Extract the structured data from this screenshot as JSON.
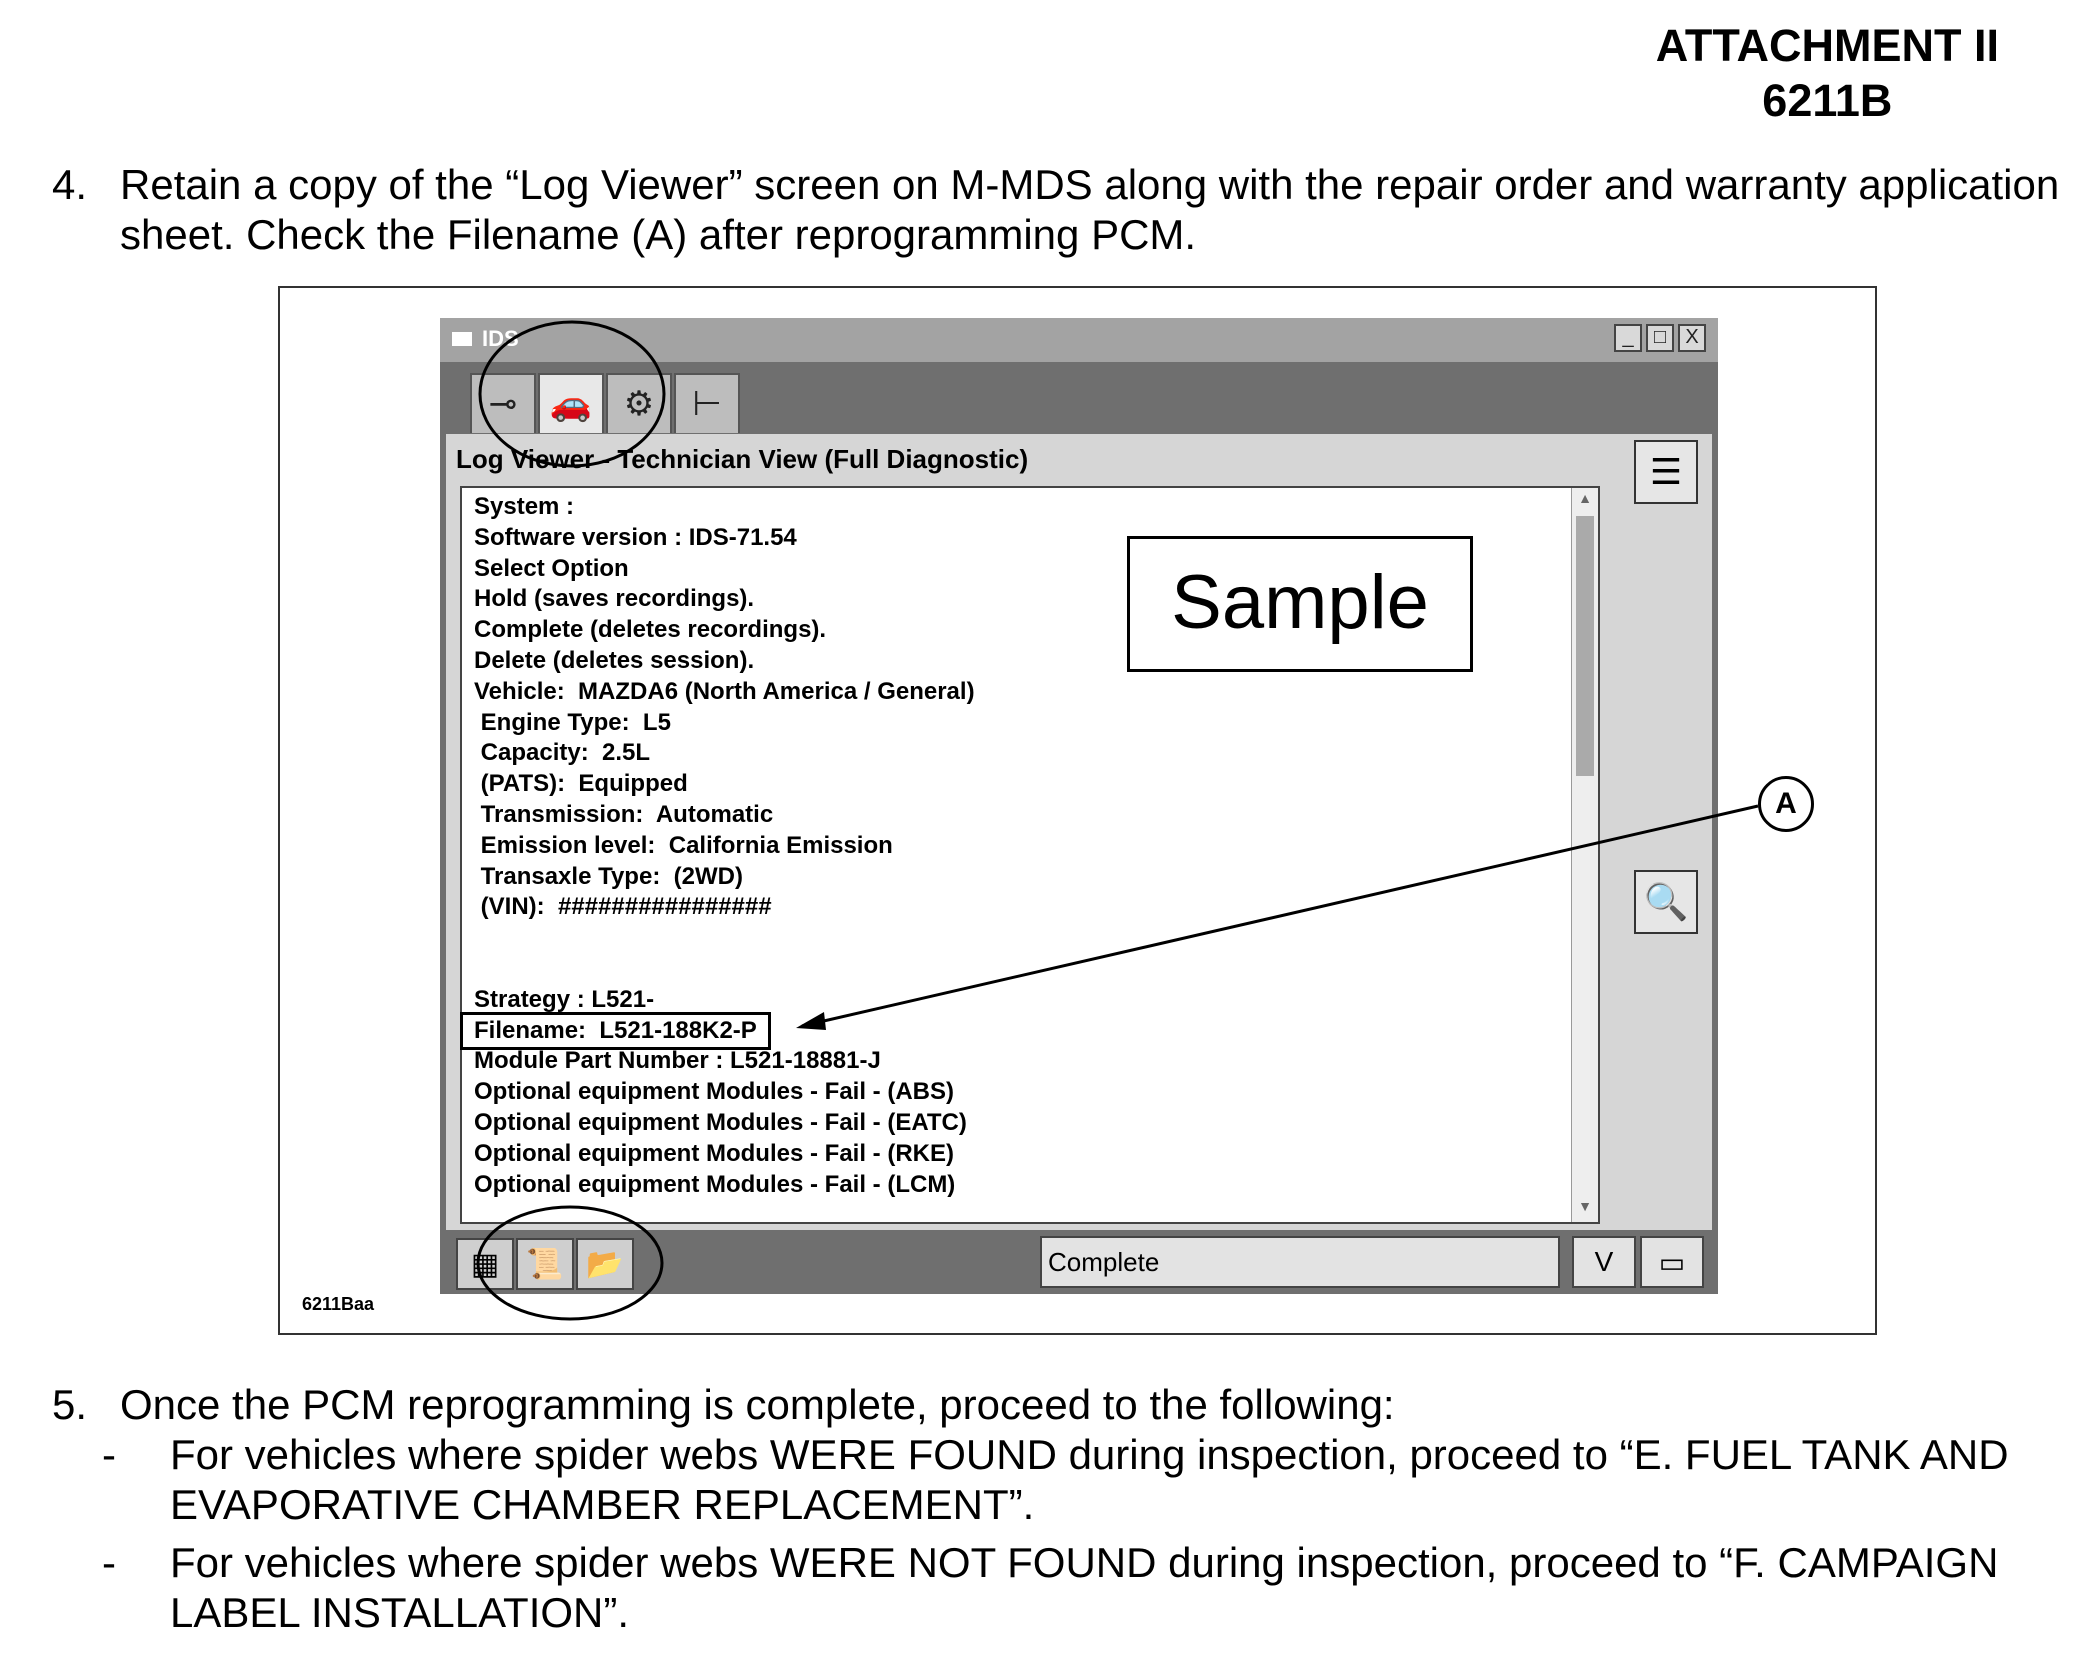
{
  "header": {
    "line1": "ATTACHMENT II",
    "line2": "6211B"
  },
  "step4": {
    "num": "4.",
    "line1": "Retain a copy of the “Log Viewer” screen on M-MDS along with the repair order and warranty application",
    "line2": "sheet. Check the Filename (A) after reprogramming PCM."
  },
  "figure": {
    "label": "6211Baa",
    "window_title": "IDS",
    "window_buttons": [
      "_",
      "□",
      "X"
    ],
    "tabs": [
      "plug-icon",
      "car-icon",
      "gears-icon",
      "wrench-icon"
    ],
    "panel_title": "Log Viewer - Technician View (Full Diagnostic)",
    "sample_label": "Sample",
    "log_lines": [
      "System :",
      "Software version : IDS-71.54",
      "Select Option",
      "Hold (saves recordings).",
      "Complete (deletes recordings).",
      "Delete (deletes session).",
      "Vehicle:  MAZDA6 (North America / General)",
      " Engine Type:  L5",
      " Capacity:  2.5L",
      " (PATS):  Equipped",
      " Transmission:  Automatic",
      " Emission level:  California Emission",
      " Transaxle Type:  (2WD)",
      " (VIN):  ################",
      "",
      "",
      "Strategy : L521-",
      "Filename:  L521-188K2-P",
      "Module Part Number : L521-18881-J",
      "Optional equipment Modules - Fail - (ABS)",
      "Optional equipment Modules - Fail - (EATC)",
      "Optional equipment Modules - Fail - (RKE)",
      "Optional equipment Modules - Fail - (LCM)"
    ],
    "status_text": "Complete",
    "callout": "A"
  },
  "step5": {
    "num": "5.",
    "line1": "Once the PCM reprogramming is complete, proceed to the following:",
    "bullets": [
      {
        "dash": "-",
        "line1": "For vehicles where spider webs WERE FOUND during inspection, proceed to “E. FUEL TANK AND",
        "line2": "EVAPORATIVE CHAMBER REPLACEMENT”."
      },
      {
        "dash": "-",
        "line1": "For vehicles where spider webs WERE NOT FOUND during inspection, proceed to “F. CAMPAIGN",
        "line2": "LABEL INSTALLATION”."
      }
    ]
  }
}
